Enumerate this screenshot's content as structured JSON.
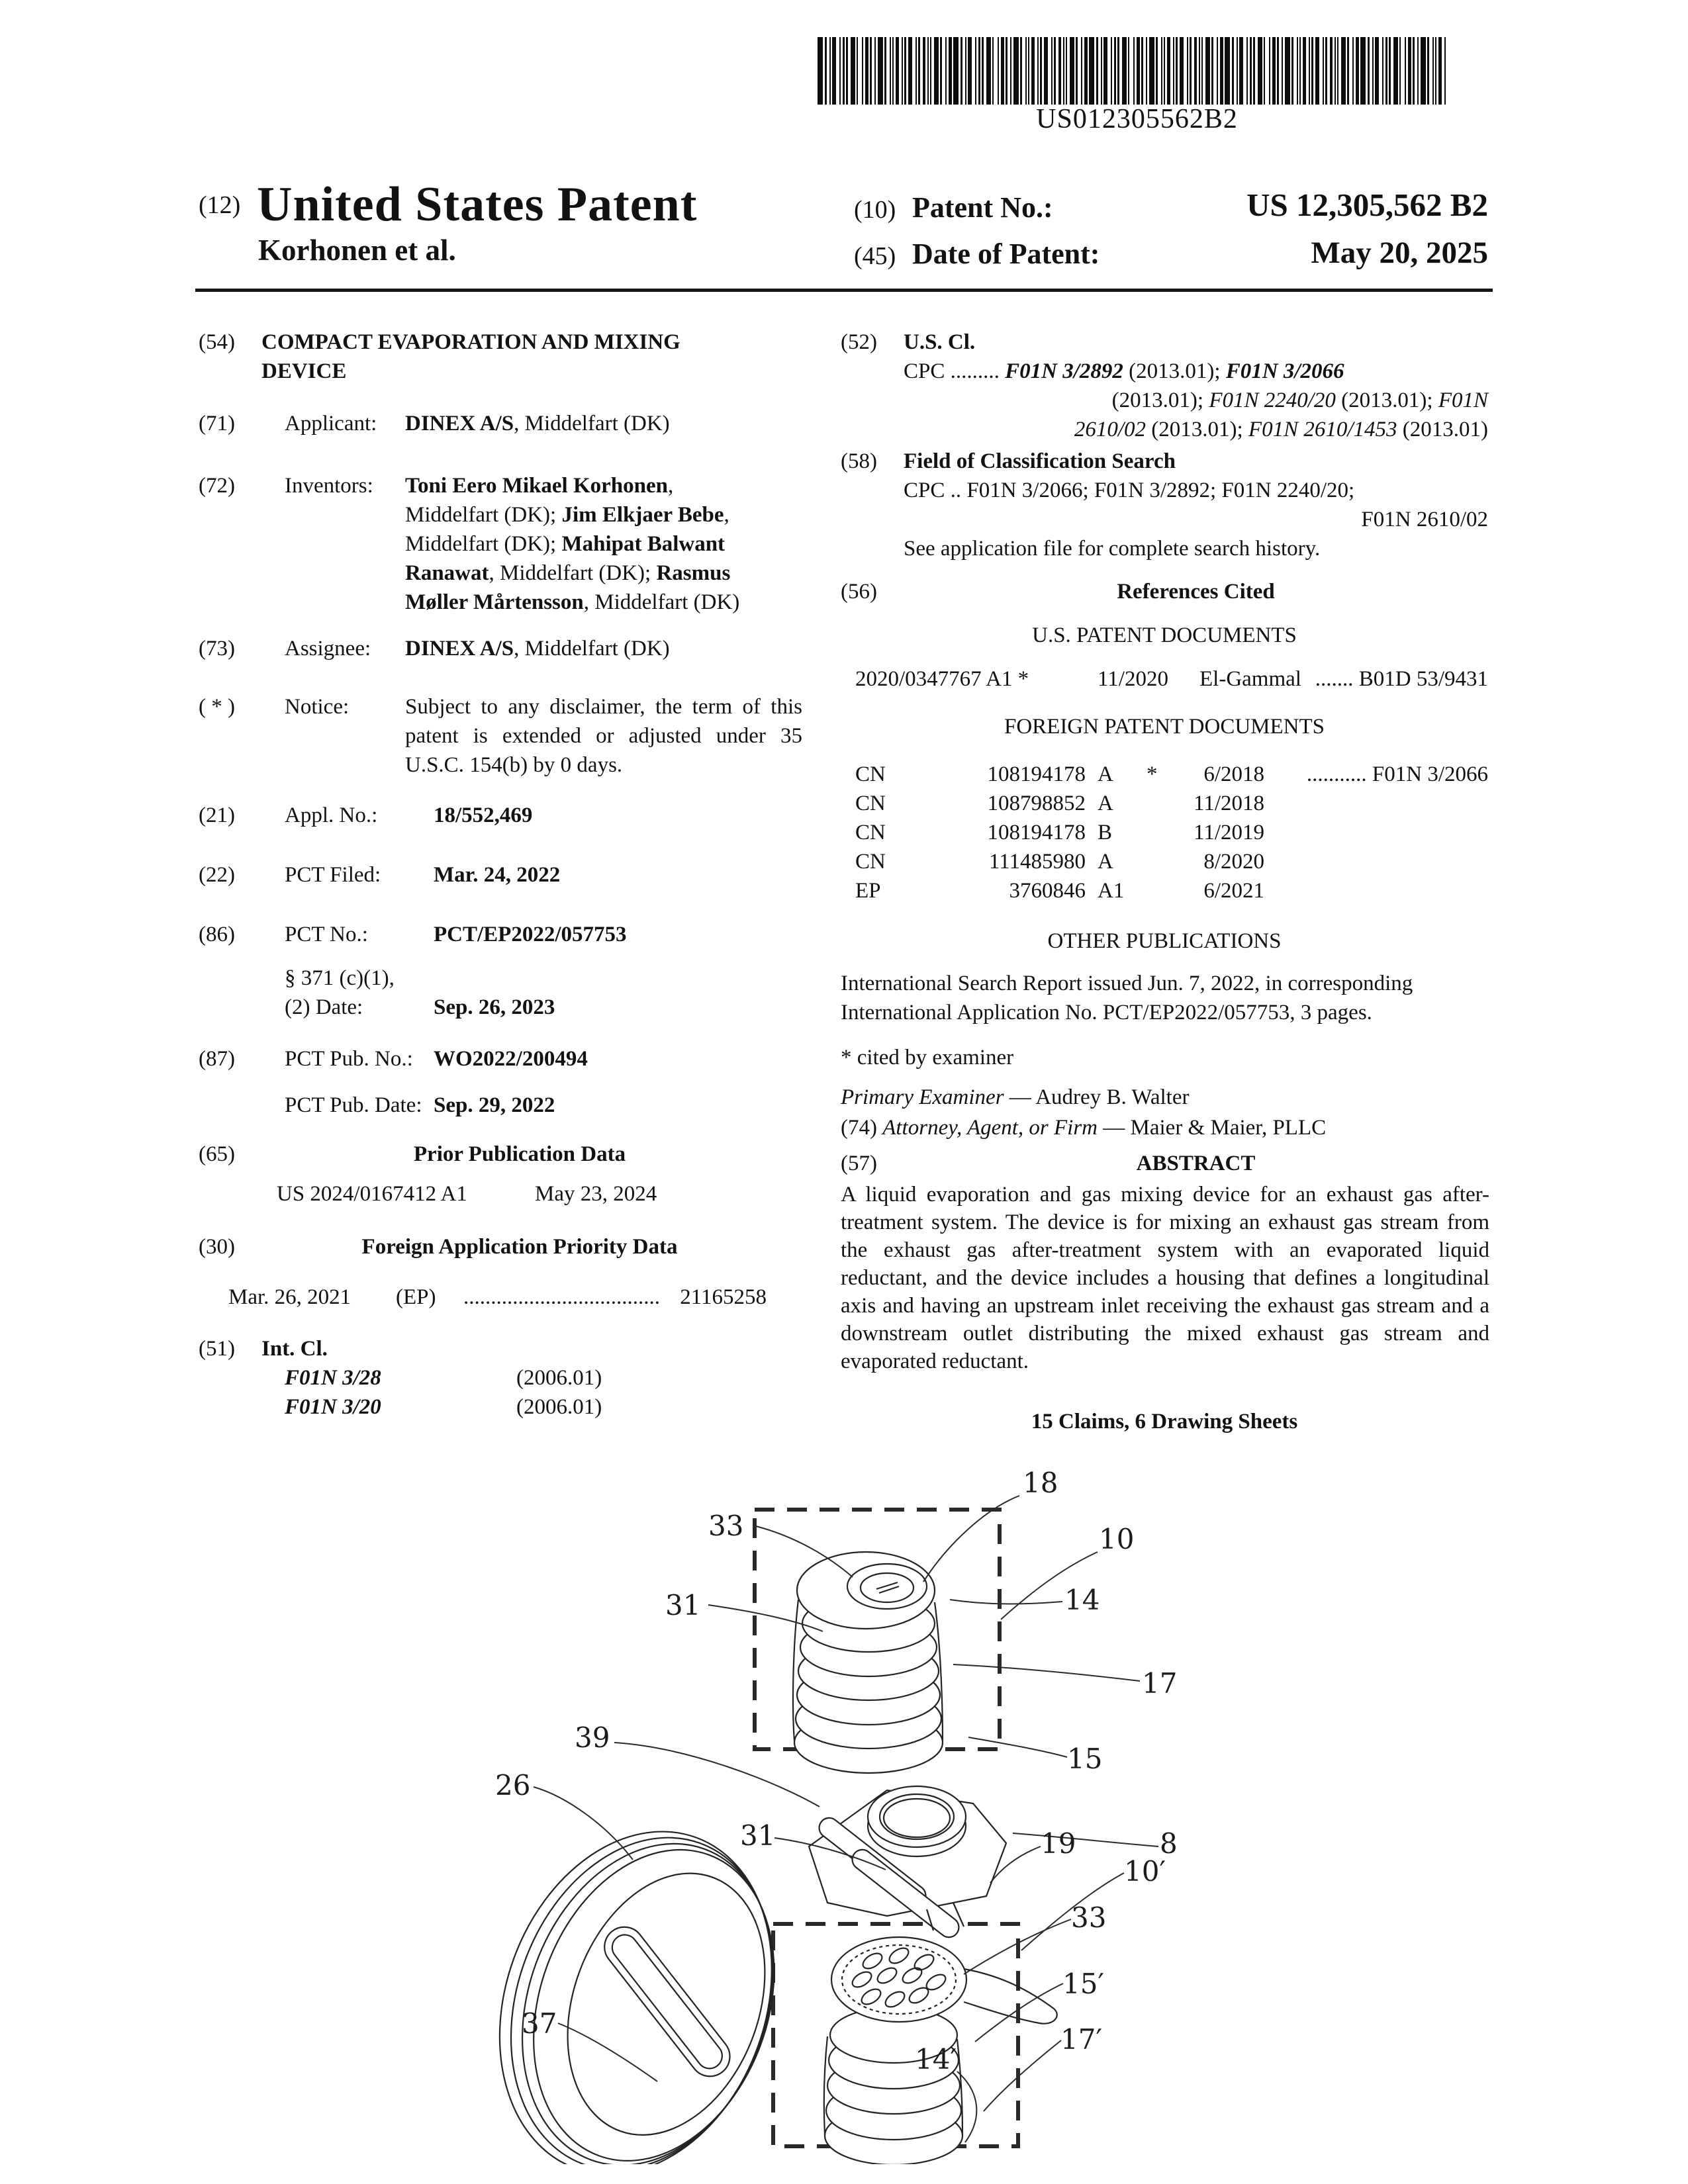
{
  "barcode": {
    "number": "US012305562B2"
  },
  "header": {
    "num12": "(12)",
    "title": "United States Patent",
    "party": "Korhonen et al.",
    "num10": "(10)",
    "patent_no_label": "Patent No.:",
    "patent_no": "US 12,305,562 B2",
    "num45": "(45)",
    "date_label": "Date of Patent:",
    "date_value": "May 20, 2025"
  },
  "left": {
    "f54": {
      "num": "(54)",
      "title_l1": "COMPACT EVAPORATION AND MIXING",
      "title_l2": "DEVICE"
    },
    "f71": {
      "num": "(71)",
      "label": "Applicant:",
      "bold": "DINEX A/S",
      "rest": ", Middelfart (DK)"
    },
    "f72": {
      "num": "(72)",
      "label": "Inventors:",
      "l1b": "Toni Eero Mikael Korhonen",
      "l1r": ",",
      "l2r1": "Middelfart (DK); ",
      "l2b": "Jim Elkjaer Bebe",
      "l2r2": ",",
      "l3r1": "Middelfart (DK); ",
      "l3b": "Mahipat Balwant",
      "l4b1": "Ranawat",
      "l4r1": ", Middelfart (DK); ",
      "l4b2": "Rasmus",
      "l5b": "Møller Mårtensson",
      "l5r": ", Middelfart (DK)"
    },
    "f73": {
      "num": "(73)",
      "label": "Assignee:",
      "bold": "DINEX A/S",
      "rest": ", Middelfart (DK)"
    },
    "notice": {
      "num": "( * )",
      "label": "Notice:",
      "text": "Subject to any disclaimer, the term of this patent is extended or adjusted under 35 U.S.C. 154(b) by 0 days."
    },
    "f21": {
      "num": "(21)",
      "label": "Appl. No.:",
      "value": "18/552,469"
    },
    "f22": {
      "num": "(22)",
      "label": "PCT Filed:",
      "value": "Mar. 24, 2022"
    },
    "f86": {
      "num": "(86)",
      "label": "PCT No.:",
      "value": "PCT/EP2022/057753",
      "sub1": "§ 371 (c)(1),",
      "sub2_label": "(2) Date:",
      "sub2_value": "Sep. 26, 2023"
    },
    "f87": {
      "num": "(87)",
      "label": "PCT Pub. No.:",
      "value": "WO2022/200494",
      "date_label": "PCT Pub. Date:",
      "date_value": "Sep. 29, 2022"
    },
    "f65": {
      "num": "(65)",
      "heading": "Prior Publication Data",
      "pub": "US 2024/0167412 A1",
      "pub_date": "May 23, 2024"
    },
    "f30": {
      "num": "(30)",
      "heading": "Foreign Application Priority Data",
      "date": "Mar. 26, 2021",
      "country": "(EP)",
      "dots": "....................................",
      "app_no": "21165258"
    },
    "f51": {
      "num": "(51)",
      "heading": "Int. Cl.",
      "rows": [
        {
          "code": "F01N 3/28",
          "ver": "(2006.01)"
        },
        {
          "code": "F01N 3/20",
          "ver": "(2006.01)"
        }
      ]
    }
  },
  "right": {
    "f52": {
      "num": "(52)",
      "heading": "U.S. Cl.",
      "l1a": "CPC ......... ",
      "l1b": "F01N 3/2892",
      "l1c": " (2013.01); ",
      "l1d": "F01N 3/2066",
      "l2a": "(2013.01); ",
      "l2b": "F01N 2240/20",
      "l2c": " (2013.01); ",
      "l2d": "F01N",
      "l3a": "2610/02",
      "l3b": " (2013.01); ",
      "l3c": "F01N 2610/1453",
      "l3d": " (2013.01)"
    },
    "f58": {
      "num": "(58)",
      "heading": "Field of Classification Search",
      "l1": "CPC .. F01N 3/2066; F01N 3/2892; F01N 2240/20;",
      "l2": "F01N 2610/02",
      "l3": "See application file for complete search history."
    },
    "f56": {
      "num": "(56)",
      "heading": "References Cited",
      "us_heading": "U.S. PATENT DOCUMENTS",
      "us_row": {
        "number": "2020/0347767 A1 *",
        "date": "11/2020",
        "name": "El-Gammal",
        "dotclass": "....... B01D 53/9431"
      },
      "foreign_heading": "FOREIGN PATENT DOCUMENTS",
      "foreign_rows": [
        {
          "country": "CN",
          "number": "108194178",
          "kind": "A",
          "star": "*",
          "date": "6/2018",
          "dotclass": "........... F01N 3/2066"
        },
        {
          "country": "CN",
          "number": "108798852",
          "kind": "A",
          "star": "",
          "date": "11/2018",
          "dotclass": ""
        },
        {
          "country": "CN",
          "number": "108194178",
          "kind": "B",
          "star": "",
          "date": "11/2019",
          "dotclass": ""
        },
        {
          "country": "CN",
          "number": "111485980",
          "kind": "A",
          "star": "",
          "date": "8/2020",
          "dotclass": ""
        },
        {
          "country": "EP",
          "number": "3760846",
          "kind": "A1",
          "star": "",
          "date": "6/2021",
          "dotclass": ""
        }
      ],
      "other_heading": "OTHER PUBLICATIONS",
      "other_l1": "International Search Report issued Jun. 7, 2022, in corresponding",
      "other_l2": "International Application No. PCT/EP2022/057753, 3 pages.",
      "cited": "* cited by examiner"
    },
    "examiner": {
      "label": "Primary Examiner",
      "rest": " — Audrey B. Walter"
    },
    "f74": {
      "num": "(74)",
      "label": "Attorney, Agent, or Firm",
      "rest": " — Maier & Maier, PLLC"
    },
    "f57": {
      "num": "(57)",
      "heading": "ABSTRACT",
      "text": "A liquid evaporation and gas mixing device for an exhaust gas after-treatment system. The device is for mixing an exhaust gas stream from the exhaust gas after-treatment system with an evaporated liquid reductant, and the device includes a housing that defines a longitudinal axis and having an upstream inlet receiving the exhaust gas stream and a downstream outlet distributing the mixed exhaust gas stream and evaporated reductant."
    },
    "claims_line": "15 Claims, 6 Drawing Sheets"
  },
  "figure": {
    "labels": [
      "18",
      "33",
      "10",
      "31",
      "14",
      "17",
      "15",
      "39",
      "26",
      "8",
      "31",
      "19",
      "10′",
      "33",
      "15′",
      "37",
      "17′",
      "14′"
    ]
  }
}
